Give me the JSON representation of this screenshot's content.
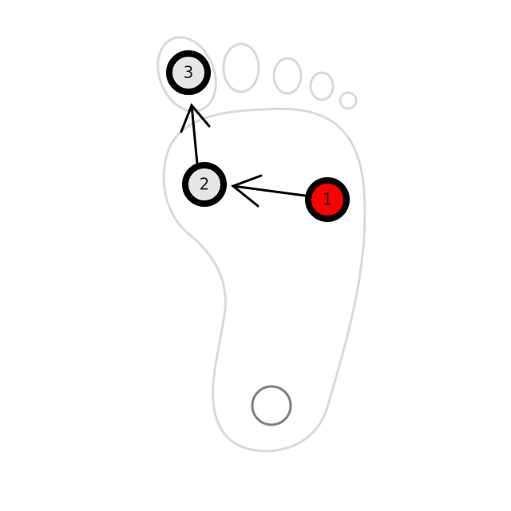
{
  "colors": {
    "background": "#ffffff",
    "foot_outline": "#d9d9d9",
    "heel_marker": "#808080",
    "arrow": "#000000",
    "marker_ring": "#000000",
    "marker_fill_start": "#ff0000",
    "marker_fill_step": "#e6e6e6"
  },
  "markers": [
    {
      "label": "1",
      "kind": "start"
    },
    {
      "label": "2",
      "kind": "step"
    },
    {
      "label": "3",
      "kind": "step"
    }
  ]
}
